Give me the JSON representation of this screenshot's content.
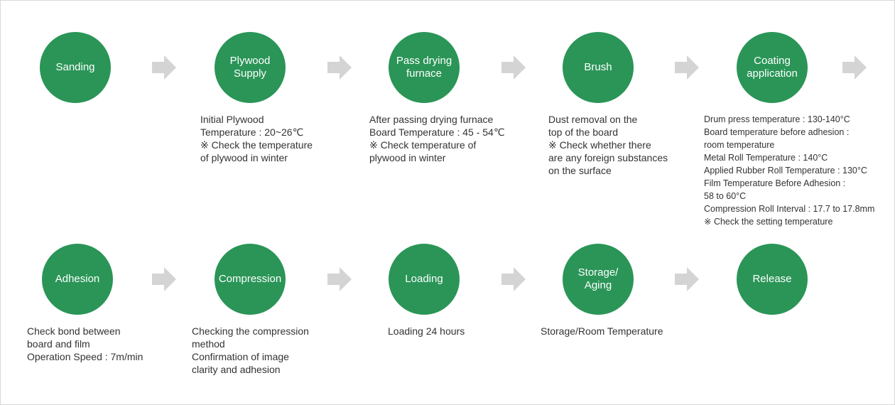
{
  "colors": {
    "circle": "#2a9557",
    "arrow": "#d4d4d4",
    "text": "#333333"
  },
  "steps": [
    {
      "title": "Sanding",
      "desc": []
    },
    {
      "title": "Plywood\nSupply",
      "desc": [
        "Initial Plywood",
        "Temperature : 20~26℃",
        "※ Check the temperature",
        "of plywood in winter"
      ]
    },
    {
      "title": "Pass drying\nfurnace",
      "desc": [
        "After passing drying furnace",
        "Board Temperature : 45 - 54℃",
        "※ Check temperature of",
        "plywood in winter"
      ]
    },
    {
      "title": "Brush",
      "desc": [
        "Dust removal on the",
        "top of the board",
        "※ Check whether there",
        "are any foreign substances",
        "on the surface"
      ]
    },
    {
      "title": "Coating\napplication",
      "desc": [
        "Drum press temperature : 130-140°C",
        "Board temperature before adhesion :",
        "room temperature",
        "Metal Roll Temperature : 140°C",
        "Applied Rubber Roll Temperature : 130°C",
        "Film Temperature Before Adhesion :",
        "58 to 60°C",
        "Compression Roll Interval : 17.7 to 17.8mm",
        "※ Check the setting temperature"
      ]
    },
    {
      "title": "Adhesion",
      "desc": [
        "Check bond between",
        "board and film",
        "Operation Speed : 7m/min"
      ]
    },
    {
      "title": "Compression",
      "desc": [
        "Checking the compression",
        "method",
        "Confirmation of image",
        "clarity and adhesion"
      ]
    },
    {
      "title": "Loading",
      "desc": [
        "Loading 24 hours"
      ]
    },
    {
      "title": "Storage/\nAging",
      "desc": [
        "Storage/Room Temperature"
      ]
    },
    {
      "title": "Release",
      "desc": []
    }
  ],
  "arrow_icon": "right-arrow-icon"
}
